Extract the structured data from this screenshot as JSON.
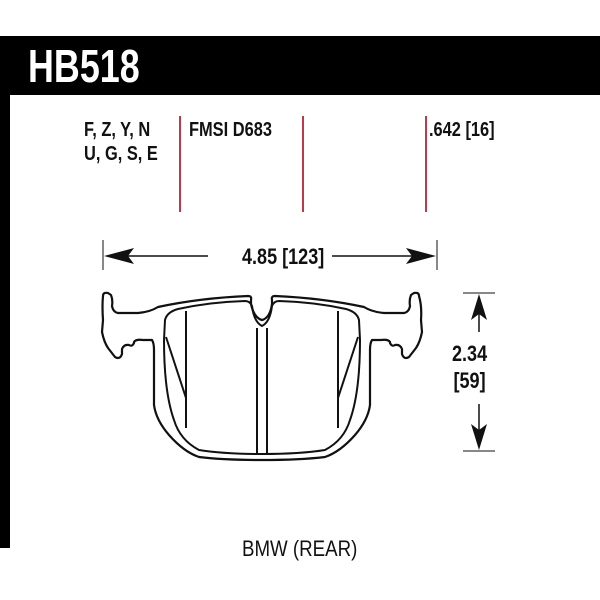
{
  "part_number": "HB518",
  "compounds": {
    "line1": "F, Z, Y, N",
    "line2": "U, G, S, E"
  },
  "fmsi": "FMSI D683",
  "thickness": ".642 [16]",
  "dimensions": {
    "width": "4.85 [123]",
    "height_in": "2.34",
    "height_mm": "[59]"
  },
  "vehicle": "BMW (REAR)",
  "colors": {
    "header_bg": "#000000",
    "header_text": "#ffffff",
    "divider_red": "#c0394a",
    "outline": "#111111"
  }
}
